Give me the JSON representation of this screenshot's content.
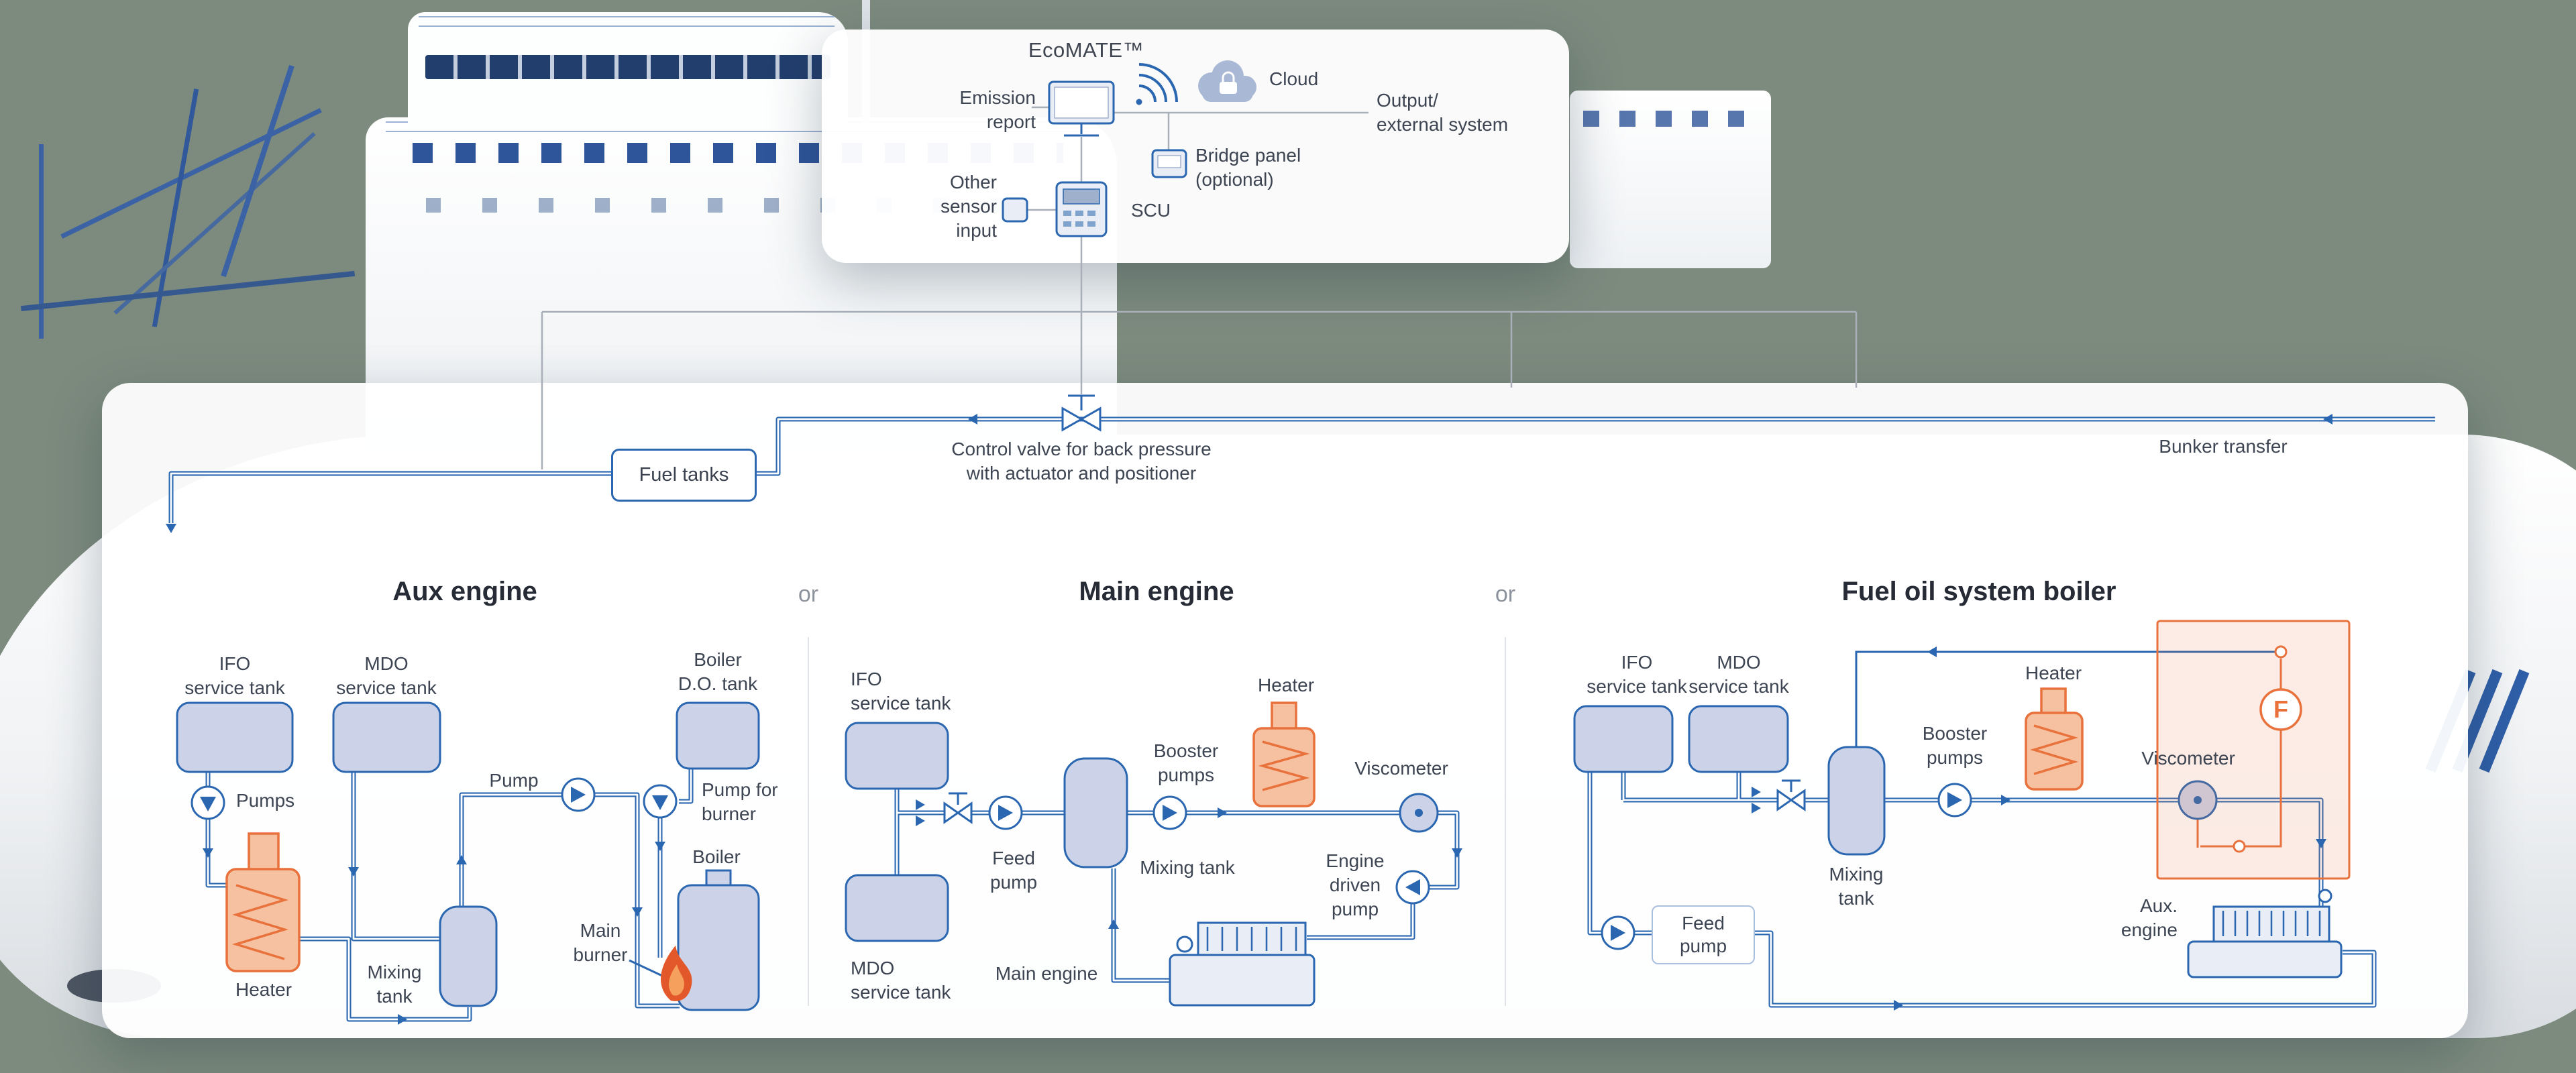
{
  "ecomate_panel": {
    "title": "EcoMATE™",
    "emission_report": "Emission\nreport",
    "cloud_label": "Cloud",
    "output_label": "Output/\nexternal system",
    "bridge_panel_label": "Bridge panel\n(optional)",
    "other_sensor_label": "Other\nsensor\ninput",
    "scu_label": "SCU"
  },
  "flow_panel": {
    "fuel_tanks_label": "Fuel tanks",
    "control_valve_label": "Control valve for back pressure\nwith actuator and positioner",
    "bunker_transfer_label": "Bunker transfer",
    "or_labels": [
      "or",
      "or"
    ],
    "aux_engine": {
      "title": "Aux engine",
      "ifo_tank": "IFO\nservice tank",
      "mdo_tank": "MDO\nservice tank",
      "pumps": "Pumps",
      "pump": "Pump",
      "heater": "Heater",
      "mixing_tank": "Mixing\ntank",
      "boiler_do_tank": "Boiler\nD.O. tank",
      "pump_for_burner": "Pump for\nburner",
      "boiler": "Boiler",
      "main_burner": "Main\nburner"
    },
    "main_engine": {
      "title": "Main engine",
      "ifo_tank": "IFO\nservice tank",
      "mdo_tank": "MDO\nservice tank",
      "feed_pump": "Feed\npump",
      "mixing_tank": "Mixing tank",
      "booster_pumps": "Booster\npumps",
      "heater": "Heater",
      "viscometer": "Viscometer",
      "engine_driven_pump": "Engine\ndriven\npump",
      "main_engine": "Main engine"
    },
    "boiler_system": {
      "title": "Fuel oil system boiler",
      "ifo_tank": "IFO\nservice tank",
      "mdo_tank": "MDO\nservice tank",
      "mixing_tank": "Mixing\ntank",
      "booster_pumps": "Booster\npumps",
      "heater": "Heater",
      "viscometer": "Viscometer",
      "feed_pump": "Feed\npump",
      "aux_engine": "Aux.\nengine",
      "flow_meter": "F"
    }
  },
  "colors": {
    "background": "#7d8b7e",
    "pipe_blue": "#2b67b0",
    "tank_fill": "#ccd3e8",
    "accent_orange": "#e8713c",
    "connector_gray": "#a9afb8"
  }
}
